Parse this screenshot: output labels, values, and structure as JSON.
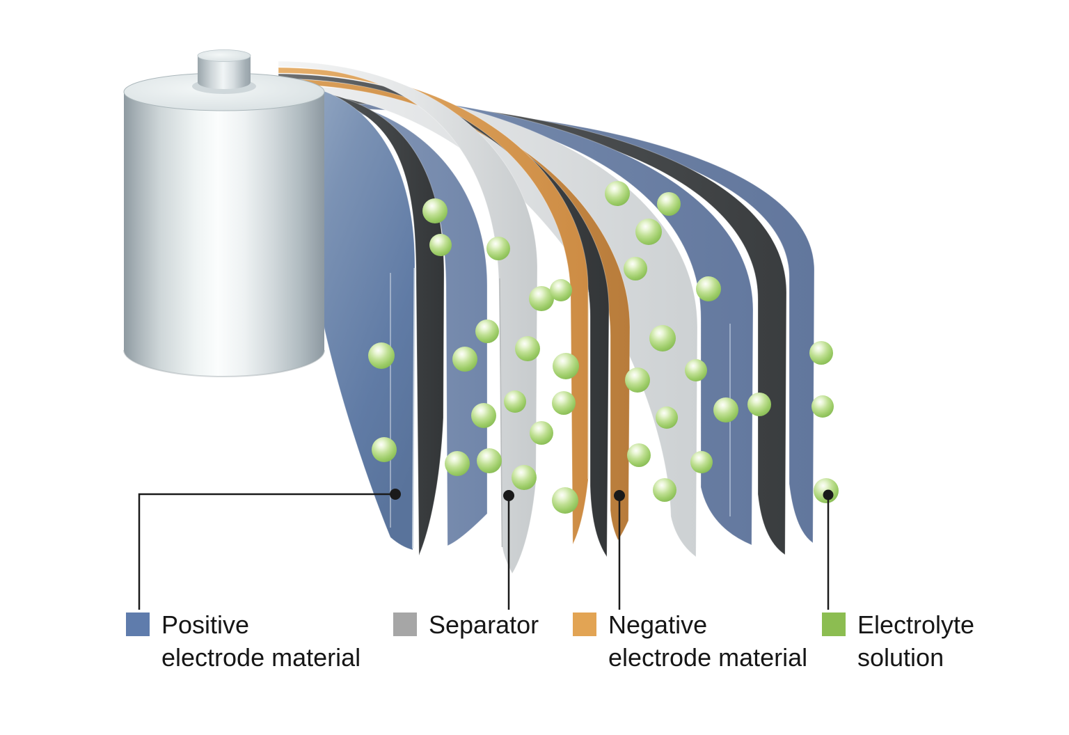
{
  "figure": {
    "description": "Cutaway illustration of a cylindrical battery cell with its spiral-wound internal layers unrolled; green spheres represent electrolyte between the layers",
    "cylinder": "rolled battery cell body",
    "terminal": "top terminal button",
    "band_order_left_to_right": [
      "positive",
      "separator-dark",
      "positive",
      "separator",
      "negative",
      "separator-dark",
      "negative",
      "separator",
      "positive",
      "separator-dark",
      "positive"
    ],
    "electrolyte_ball_count": 36
  },
  "palette": {
    "positive_blue": "#5f7cac",
    "separator_gray": "#a6a6a6",
    "negative_orange": "#e2a454",
    "electrolyte_green": "#8cbd51",
    "callout_black": "#1a1a1a",
    "cylinder_silver": "#d7dee0"
  },
  "legend": {
    "items": [
      {
        "id": "positive",
        "swatch_color": "#5f7cac",
        "line1": "Positive",
        "line2": "electrode material"
      },
      {
        "id": "separator",
        "swatch_color": "#a6a6a6",
        "line1": "Separator",
        "line2": ""
      },
      {
        "id": "negative",
        "swatch_color": "#e2a454",
        "line1": "Negative",
        "line2": "electrode material"
      },
      {
        "id": "electrolyte",
        "swatch_color": "#8cbd51",
        "line1": "Electrolyte",
        "line2": "solution"
      }
    ]
  },
  "callouts": [
    {
      "target": "positive-electrode-layer"
    },
    {
      "target": "separator-layer"
    },
    {
      "target": "negative-electrode-layer"
    },
    {
      "target": "electrolyte-ball"
    }
  ]
}
